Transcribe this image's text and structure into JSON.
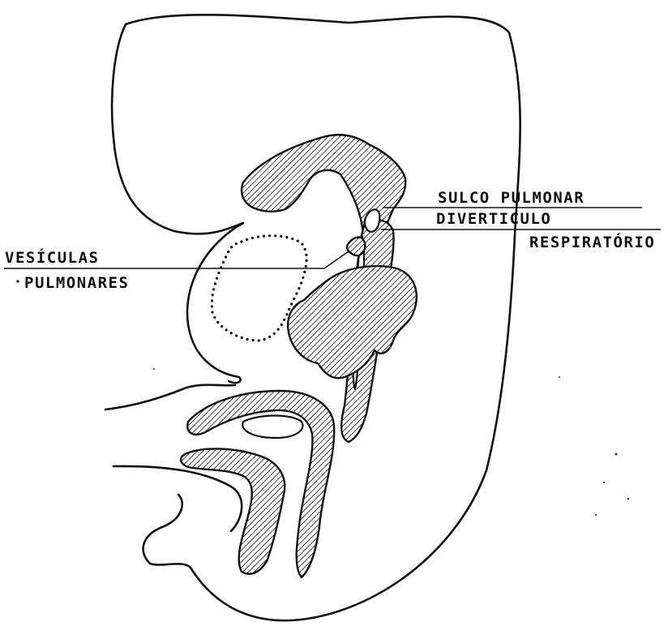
{
  "labels": {
    "sulco_pulmonar": "SULCO PULMONAR",
    "diverticulo": "DIVERTICULO",
    "respiratorio": "RESPIRATÓRIO",
    "vesiculas": "VESÍCULAS",
    "pulmonares": "PULMONARES"
  },
  "colors": {
    "ink": "#111111",
    "background": "#ffffff"
  }
}
